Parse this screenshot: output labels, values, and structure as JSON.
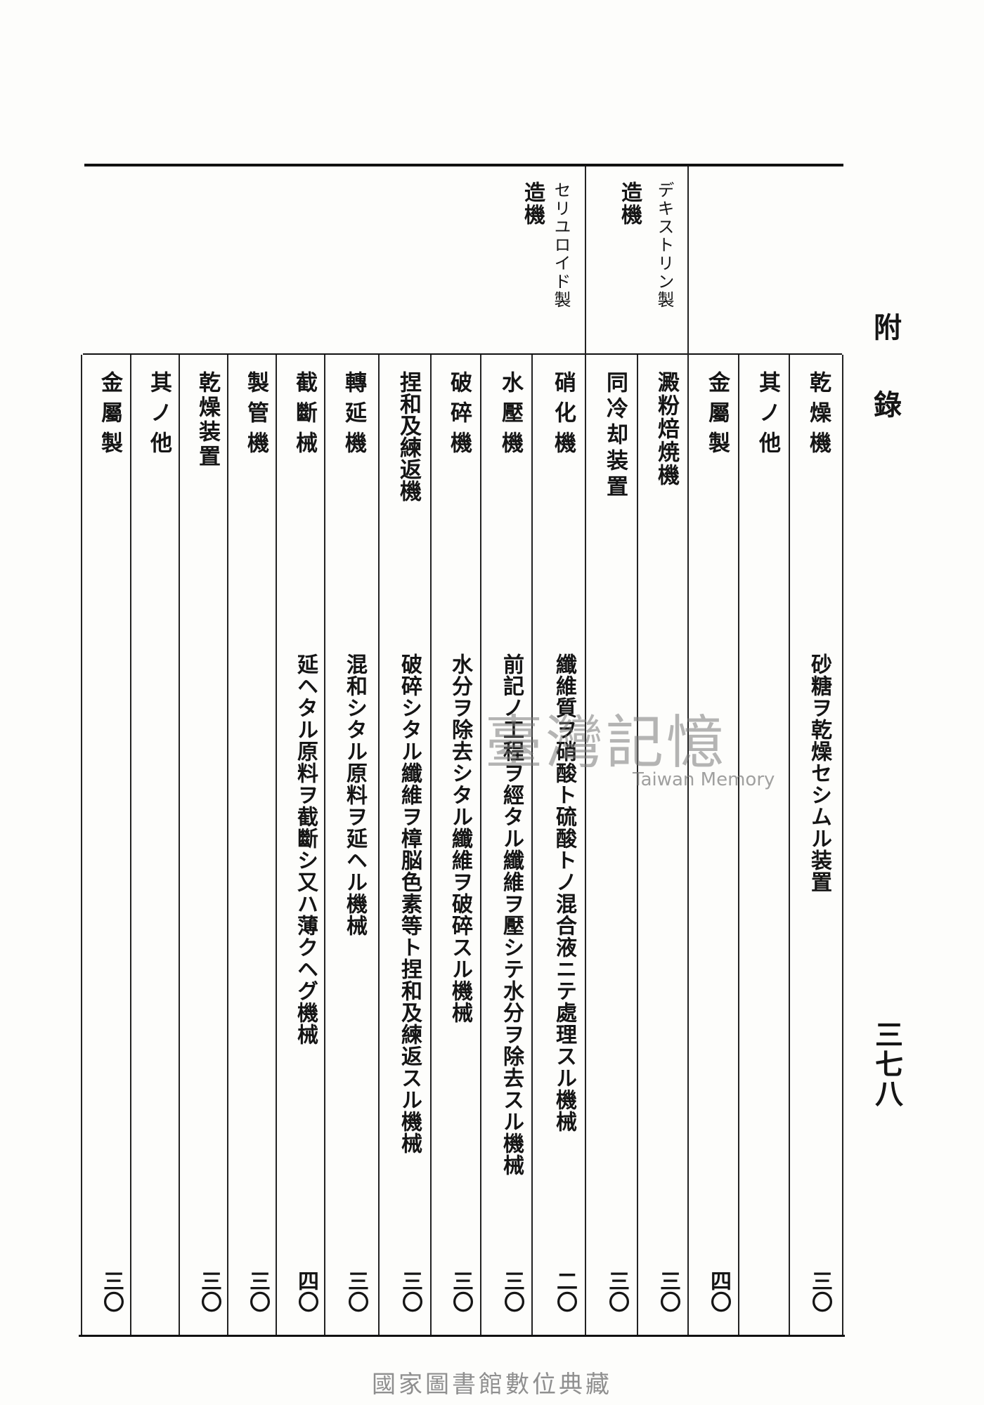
{
  "header": {
    "side_title": "附錄",
    "page_number": "三七八"
  },
  "groups": [
    {
      "line1": "デキストリン製",
      "line2": "造機"
    },
    {
      "line1": "セリユロイド製",
      "line2": "造機"
    }
  ],
  "rows": [
    {
      "name": "乾燥機",
      "desc": "砂糖ヲ乾燥セシムル装置",
      "rate": "三〇"
    },
    {
      "name": "其ノ他",
      "desc": "",
      "rate": ""
    },
    {
      "name": "金屬製",
      "desc": "",
      "rate": "四〇"
    },
    {
      "name": "澱粉焙焼機",
      "desc": "",
      "rate": "三〇"
    },
    {
      "name": "同冷却装置",
      "desc": "",
      "rate": "三〇"
    },
    {
      "name": "硝化機",
      "desc": "纖維質ヲ硝酸ト硫酸トノ混合液ニテ處理スル機械",
      "rate": "二〇"
    },
    {
      "name": "水壓機",
      "desc": "前記ノ工程ヲ經タル纖維ヲ壓シテ水分ヲ除去スル機械",
      "rate": "三〇"
    },
    {
      "name": "破碎機",
      "desc": "水分ヲ除去シタル纖維ヲ破碎スル機械",
      "rate": "三〇"
    },
    {
      "name": "捏和及練返機",
      "desc": "破碎シタル纖維ヲ樟脳色素等ト捏和及練返スル機械",
      "rate": "三〇"
    },
    {
      "name": "轉延機",
      "desc": "混和シタル原料ヲ延ヘル機械",
      "rate": "三〇"
    },
    {
      "name": "截斷械",
      "desc": "延ヘタル原料ヲ截斷シ又ハ薄クヘグ機械",
      "rate": "四〇"
    },
    {
      "name": "製管機",
      "desc": "",
      "rate": "三〇"
    },
    {
      "name": "乾燥装置",
      "desc": "",
      "rate": "三〇"
    },
    {
      "name": "其ノ他",
      "desc": "",
      "rate": ""
    },
    {
      "name": "金屬製",
      "desc": "",
      "rate": "三〇"
    }
  ],
  "watermark": {
    "text": "臺灣記憶",
    "sub": "Taiwan Memory"
  },
  "footer": {
    "text": "國家圖書館數位典藏"
  }
}
